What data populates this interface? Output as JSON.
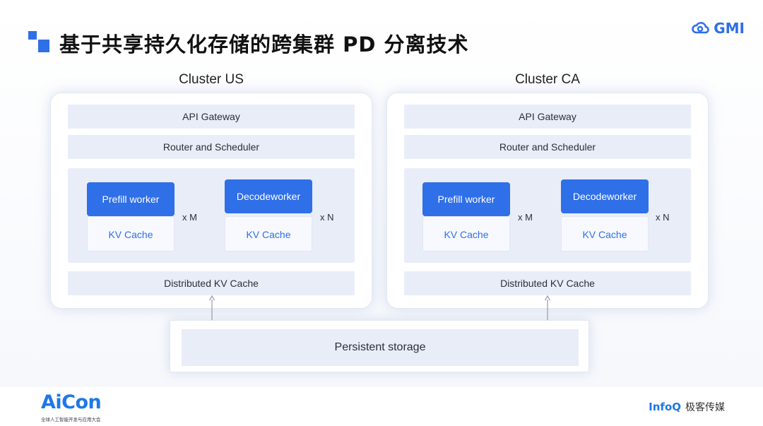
{
  "title": "基于共享持久化存储的跨集群 PD 分离技术",
  "brand": "GMI",
  "clusters": [
    {
      "label": "Cluster US",
      "api_gateway": "API Gateway",
      "router": "Router and Scheduler",
      "prefill": "Prefill worker",
      "decode": "Decodeworker",
      "kv_cache": "KV Cache",
      "mult_m": "x M",
      "mult_n": "x N",
      "distributed": "Distributed KV Cache"
    },
    {
      "label": "Cluster CA",
      "api_gateway": "API Gateway",
      "router": "Router and Scheduler",
      "prefill": "Prefill worker",
      "decode": "Decodeworker",
      "kv_cache": "KV Cache",
      "mult_m": "x M",
      "mult_n": "x N",
      "distributed": "Distributed KV Cache"
    }
  ],
  "storage": "Persistent storage",
  "footer": {
    "aicon": "AiCon",
    "aicon_sub": "全球人工智能开发与应用大会",
    "infoq": "InfoQ",
    "media": "极客传媒"
  },
  "colors": {
    "accent": "#2f6fe8",
    "panel": "#e8edf8"
  }
}
